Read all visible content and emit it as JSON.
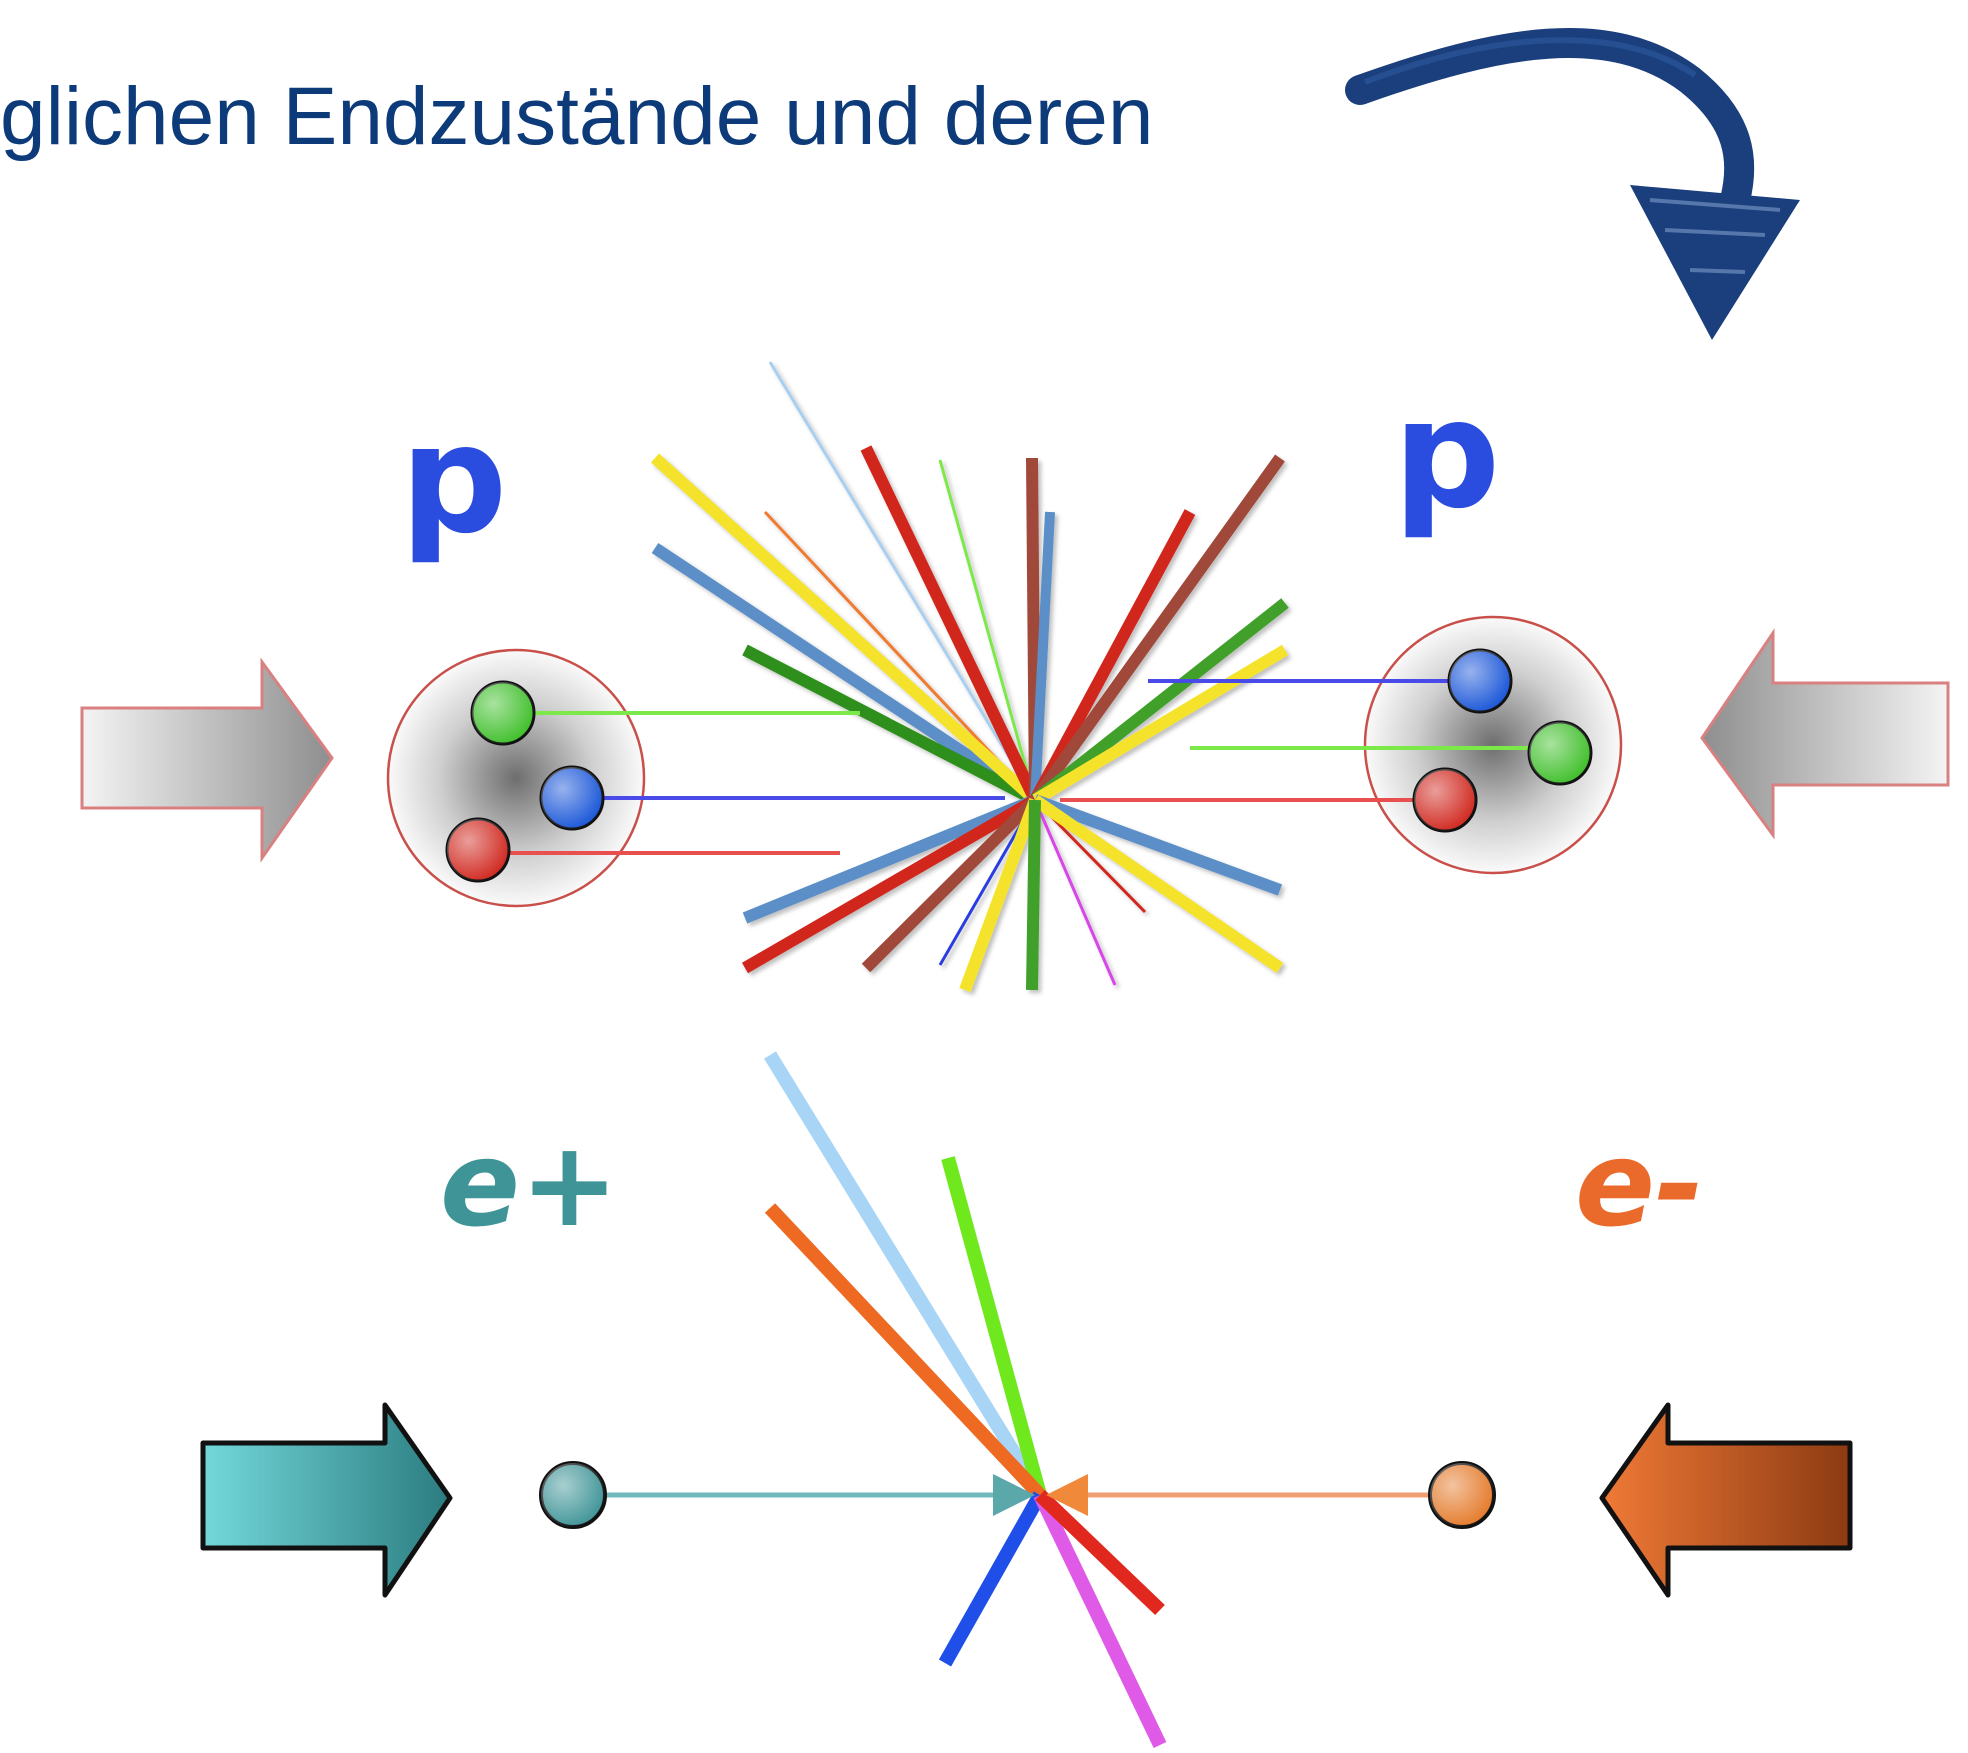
{
  "heading": "glichen Endzustände und deren",
  "labels": {
    "proton_left": "p",
    "proton_right": "p",
    "positron": "e+",
    "electron": "e-"
  },
  "colors": {
    "heading": "#0d3b7a",
    "proton_label": "#2a4de0",
    "positron": "#3f9497",
    "electron": "#e96a2b",
    "quark_green": "#3fbf2a",
    "quark_blue": "#1a56d8",
    "quark_red": "#d0281f",
    "arrow_grey": "#9a9a9a",
    "arrow_outline": "#d98080"
  }
}
